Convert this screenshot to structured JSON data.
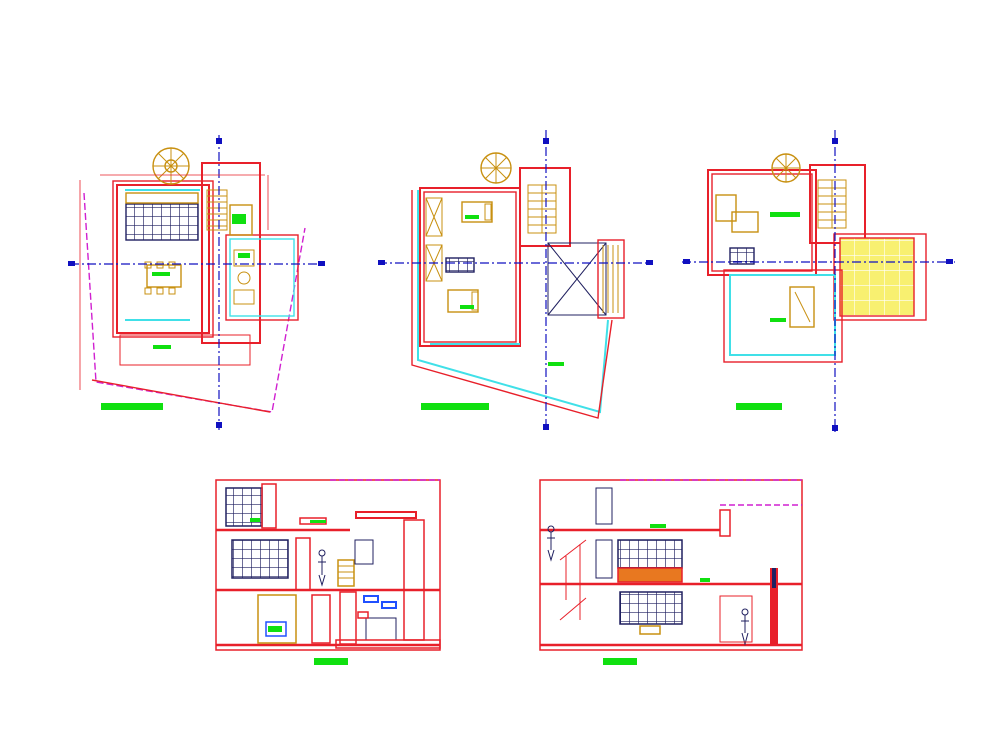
{
  "drawing": {
    "background": "#ffffff",
    "colors": {
      "wall": "#e8202a",
      "dim": "#e8202a",
      "furniture": "#c89010",
      "glass": "#40e0e8",
      "grid": "#202060",
      "boundary": "#d020d0",
      "axis": "#1010c0",
      "label": "#10e010",
      "floor_tile": "#f8f070",
      "accent": "#2050ff"
    },
    "views": [
      {
        "name": "floor-plan-1",
        "type": "plan"
      },
      {
        "name": "floor-plan-2",
        "type": "plan"
      },
      {
        "name": "floor-plan-3",
        "type": "plan"
      },
      {
        "name": "section-a",
        "type": "section"
      },
      {
        "name": "section-b",
        "type": "section"
      }
    ],
    "icons": [
      "spiral-stair-icon",
      "stair-icon",
      "bed-icon",
      "dining-table-icon",
      "sofa-icon",
      "human-figure-icon",
      "section-axis-marker-icon"
    ]
  }
}
